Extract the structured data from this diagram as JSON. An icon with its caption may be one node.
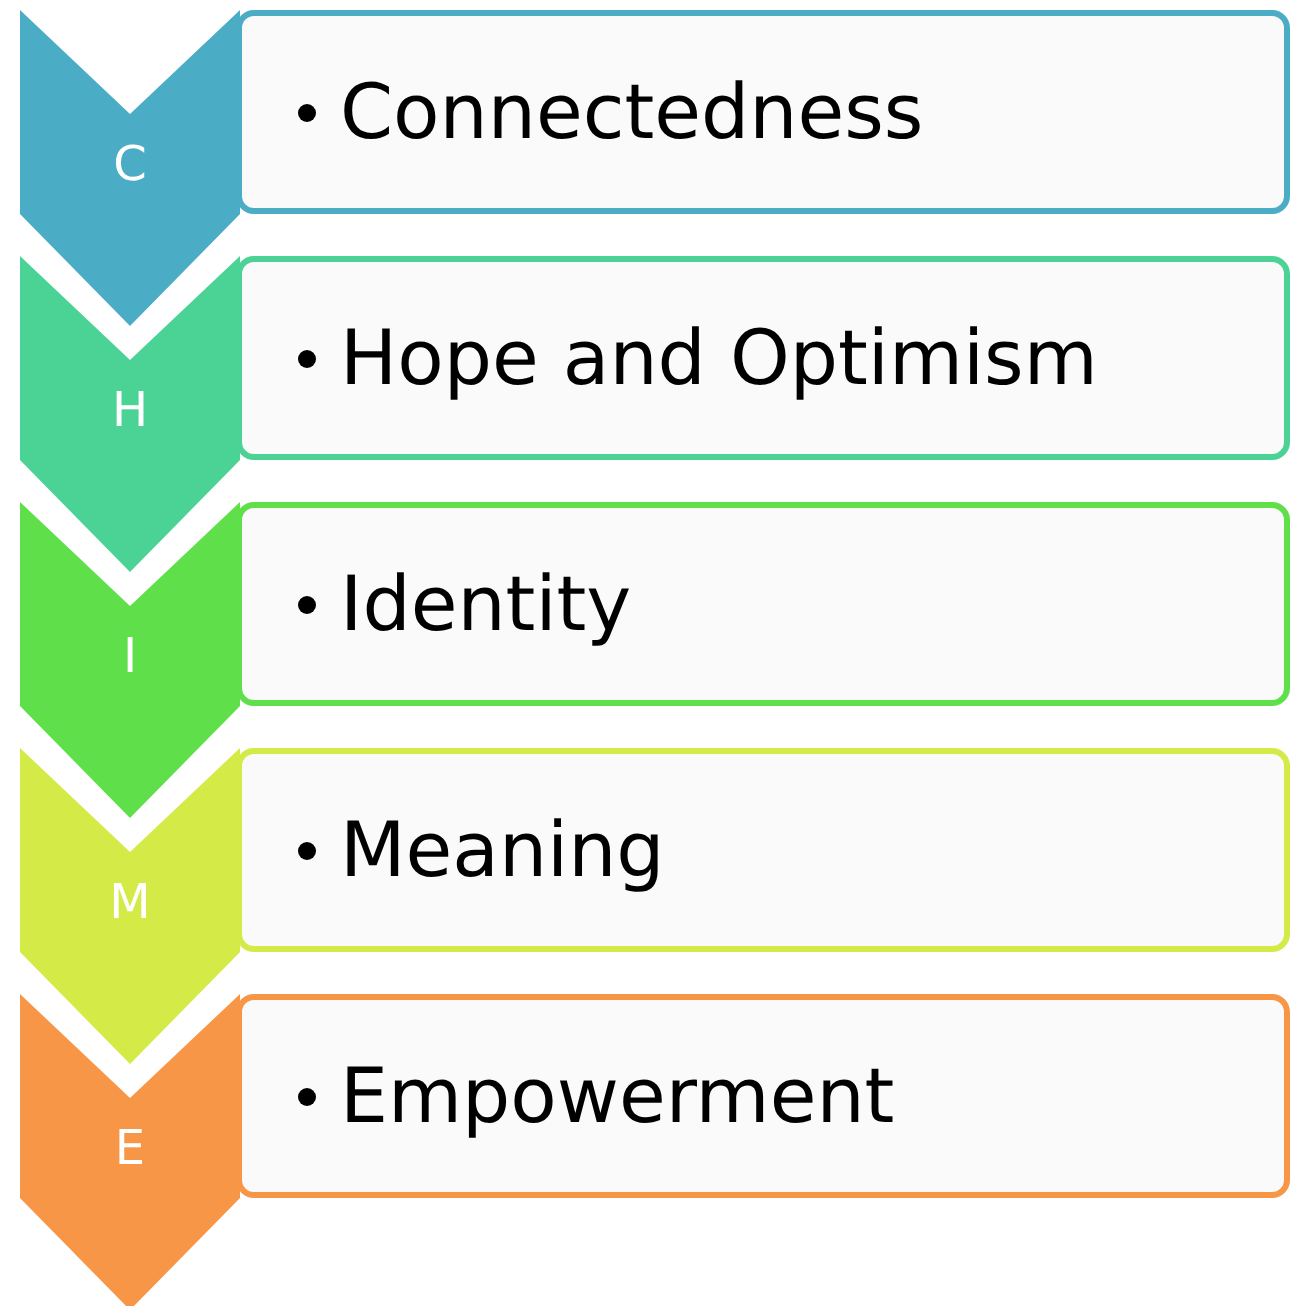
{
  "diagram": {
    "nodes": [
      {
        "text": [
          "C"
        ]
      },
      {
        "text": [
          "Connectedness"
        ]
      },
      {
        "text": [
          "H"
        ]
      },
      {
        "text": [
          "Hope and Optimism"
        ]
      },
      {
        "text": [
          "I"
        ]
      },
      {
        "text": [
          "Identity"
        ]
      },
      {
        "text": [
          "M"
        ]
      },
      {
        "text": [
          "Meaning"
        ]
      },
      {
        "text": [
          "E"
        ]
      },
      {
        "text": [
          "Empowerment"
        ]
      }
    ]
  }
}
